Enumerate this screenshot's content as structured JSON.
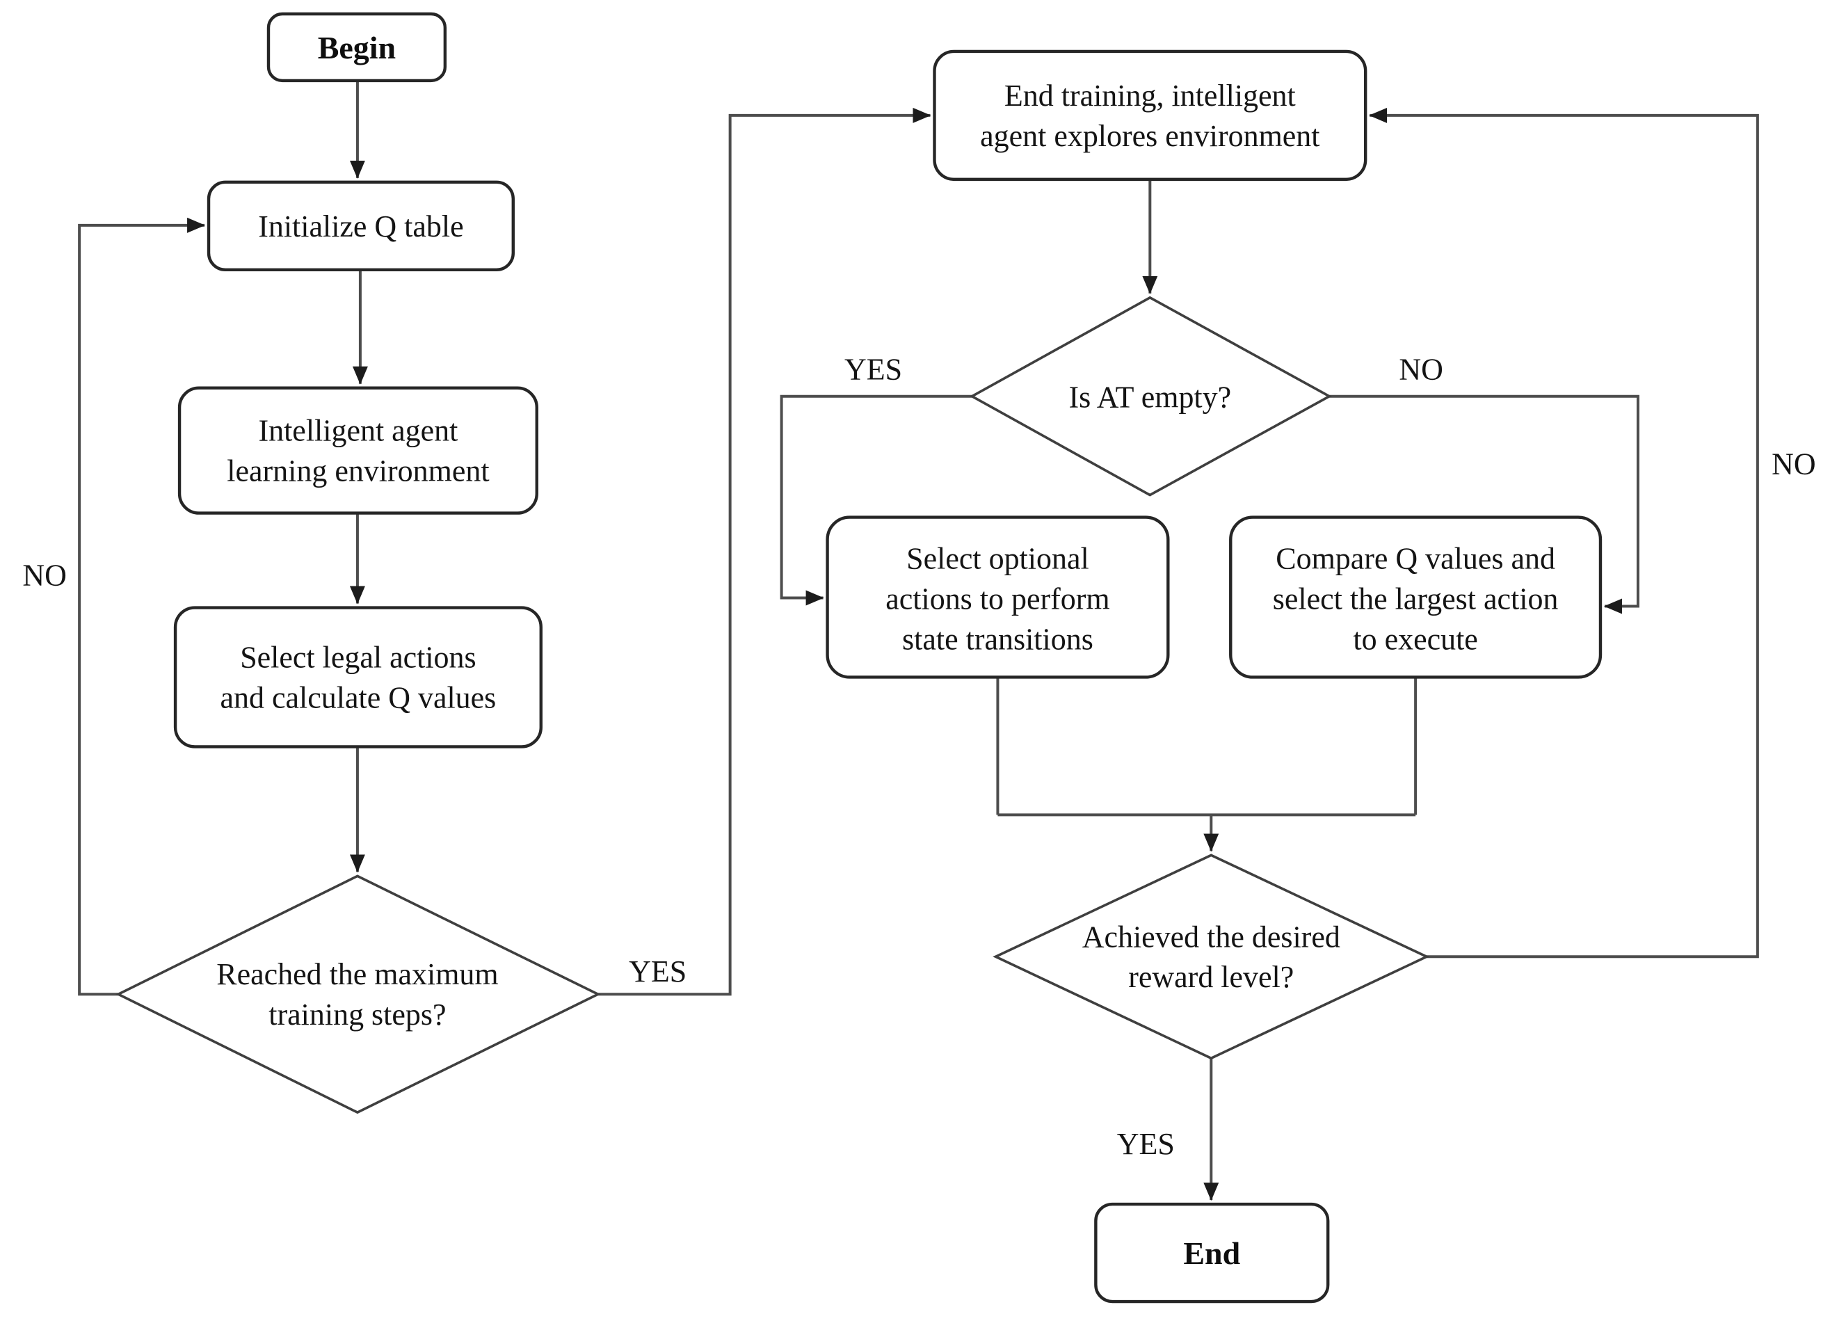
{
  "diagram": {
    "type": "flowchart",
    "background": "#ffffff",
    "line_color": "#4d4d4d",
    "box_border_color": "#262626",
    "text_color": "#141414"
  },
  "nodes": {
    "begin": {
      "type": "terminator",
      "label": "Begin"
    },
    "initialize_q_table": {
      "type": "process",
      "label": "Initialize Q table"
    },
    "intelligent_agent_learning": {
      "type": "process",
      "lines": [
        "Intelligent agent",
        "learning environment"
      ]
    },
    "select_legal_actions": {
      "type": "process",
      "lines": [
        "Select legal actions",
        "and calculate Q values"
      ]
    },
    "reached_max_steps": {
      "type": "decision",
      "lines": [
        "Reached the maximum",
        "training steps?"
      ]
    },
    "end_training": {
      "type": "process",
      "lines": [
        "End training, intelligent",
        "agent explores environment"
      ]
    },
    "is_at_empty": {
      "type": "decision",
      "label": "Is AT empty?"
    },
    "select_optional_actions": {
      "type": "process",
      "lines": [
        "Select optional",
        "actions to perform",
        "state transitions"
      ]
    },
    "compare_q_values": {
      "type": "process",
      "lines": [
        "Compare Q values and",
        "select the largest action",
        "to execute"
      ]
    },
    "achieved_reward": {
      "type": "decision",
      "lines": [
        "Achieved the desired",
        "reward level?"
      ]
    },
    "end": {
      "type": "terminator",
      "label": "End"
    }
  },
  "edges": [
    {
      "from": "begin",
      "to": "initialize_q_table",
      "label": ""
    },
    {
      "from": "initialize_q_table",
      "to": "intelligent_agent_learning",
      "label": ""
    },
    {
      "from": "intelligent_agent_learning",
      "to": "select_legal_actions",
      "label": ""
    },
    {
      "from": "select_legal_actions",
      "to": "reached_max_steps",
      "label": ""
    },
    {
      "from": "reached_max_steps",
      "to": "initialize_q_table",
      "label": "NO"
    },
    {
      "from": "reached_max_steps",
      "to": "end_training",
      "label": "YES"
    },
    {
      "from": "end_training",
      "to": "is_at_empty",
      "label": ""
    },
    {
      "from": "is_at_empty",
      "to": "select_optional_actions",
      "label": "YES"
    },
    {
      "from": "is_at_empty",
      "to": "compare_q_values",
      "label": "NO"
    },
    {
      "from": "select_optional_actions",
      "to": "achieved_reward",
      "label": ""
    },
    {
      "from": "compare_q_values",
      "to": "achieved_reward",
      "label": ""
    },
    {
      "from": "achieved_reward",
      "to": "end_training",
      "label": "NO"
    },
    {
      "from": "achieved_reward",
      "to": "end",
      "label": "YES"
    }
  ]
}
